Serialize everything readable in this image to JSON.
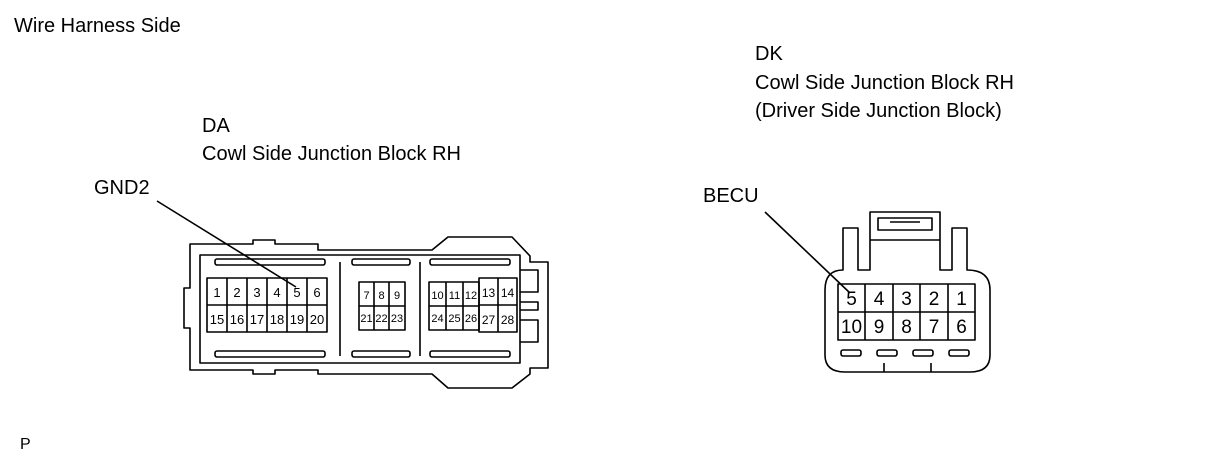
{
  "view_label": "Wire Harness Side",
  "footer_code": "P",
  "connectors": [
    {
      "code": "DA",
      "name": "Cowl Side Junction Block RH",
      "subtitle": "",
      "callout": "GND2",
      "pins": [
        "1",
        "2",
        "3",
        "4",
        "5",
        "6",
        "7",
        "8",
        "9",
        "10",
        "11",
        "12",
        "13",
        "14",
        "15",
        "16",
        "17",
        "18",
        "19",
        "20",
        "21",
        "22",
        "23",
        "24",
        "25",
        "26",
        "27",
        "28"
      ]
    },
    {
      "code": "DK",
      "name": "Cowl Side Junction Block RH",
      "subtitle": "(Driver Side Junction Block)",
      "callout": "BECU",
      "pins": [
        "5",
        "4",
        "3",
        "2",
        "1",
        "10",
        "9",
        "8",
        "7",
        "6"
      ]
    }
  ]
}
